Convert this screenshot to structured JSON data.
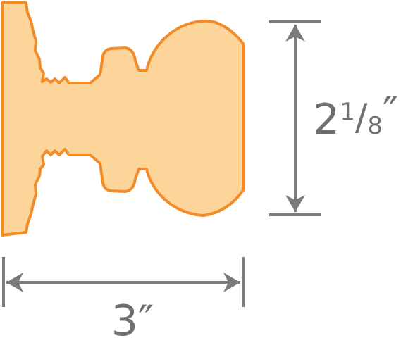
{
  "profile": {
    "fill": "#fdd49a",
    "stroke": "#f28c28"
  },
  "dimensions": {
    "color": "#7a7a7e",
    "height": {
      "whole": "2",
      "num": "1",
      "slash": "/",
      "den": "8",
      "unit": "″"
    },
    "width": {
      "value": "3″"
    }
  }
}
